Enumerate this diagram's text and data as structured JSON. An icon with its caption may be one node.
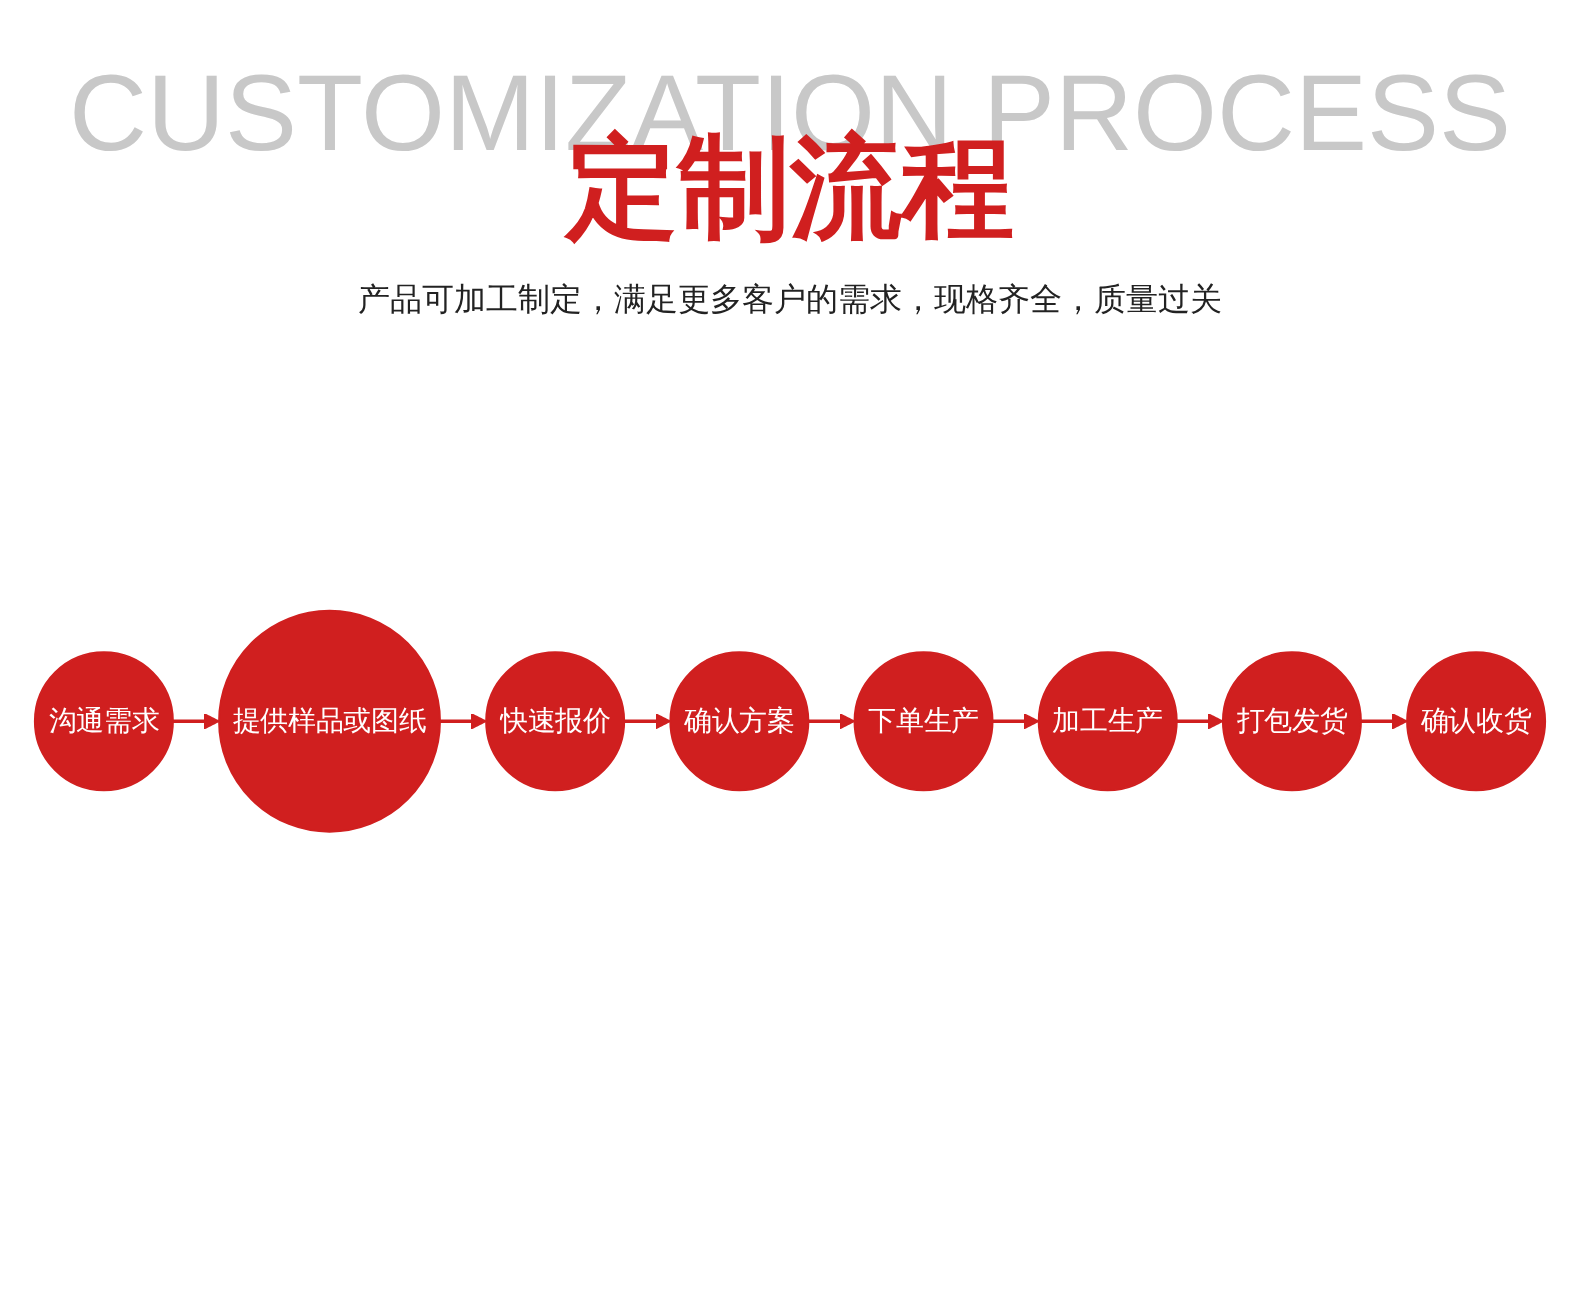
{
  "diagram": {
    "title": "定制流程",
    "nodes": [
      {
        "text": [
          "沟通需求"
        ]
      },
      {
        "text": [
          "提供样品或图纸"
        ]
      },
      {
        "text": [
          "快速报价"
        ]
      },
      {
        "text": [
          "确认方案"
        ]
      },
      {
        "text": [
          "确认收货"
        ]
      },
      {
        "text": [
          "打包发货"
        ]
      },
      {
        "text": [
          "加工生产"
        ]
      },
      {
        "text": [
          "下单生产"
        ]
      }
    ],
    "edges": [
      {
        "from": 0,
        "to": 1,
        "arrow": "to"
      },
      {
        "from": 1,
        "to": 2,
        "arrow": "to"
      },
      {
        "from": 2,
        "to": 3,
        "arrow": "to"
      },
      {
        "from": 3,
        "to": 7,
        "arrow": "to"
      },
      {
        "from": 7,
        "to": 6,
        "arrow": "to"
      },
      {
        "from": 6,
        "to": 5,
        "arrow": "to"
      },
      {
        "from": 5,
        "to": 4,
        "arrow": "to"
      }
    ],
    "labels": [
      "CUSTOMIZATION PROCESS",
      "产品可加工制定，满足更多客户的需求，现格齐全，质量过关"
    ]
  }
}
